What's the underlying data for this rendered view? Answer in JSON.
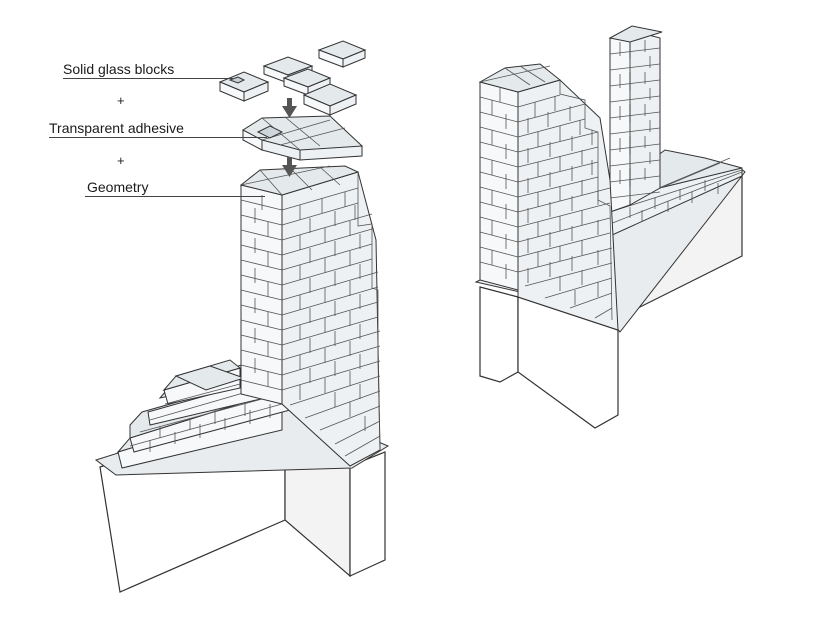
{
  "labels": {
    "solid_glass_blocks": "Solid glass blocks",
    "plus_1": "+",
    "transparent_adhesive": "Transparent adhesive",
    "plus_2": "+",
    "geometry": "Geometry"
  },
  "colors": {
    "line": "#333333",
    "block_top": "#e4e9ec",
    "block_face": "#f7f8f9",
    "arrow": "#555555"
  },
  "icons": [
    "down-arrow-icon",
    "down-arrow-icon"
  ]
}
